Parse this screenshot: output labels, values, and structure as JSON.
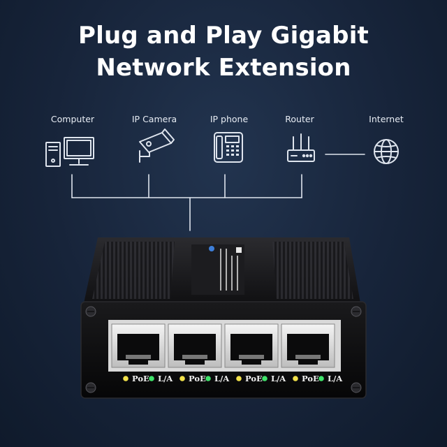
{
  "headline": {
    "line1": "Plug and Play Gigabit",
    "line2": "Network Extension"
  },
  "devices": [
    {
      "label": "Computer",
      "icon": "computer-icon"
    },
    {
      "label": "IP Camera",
      "icon": "ip-camera-icon"
    },
    {
      "label": "IP phone",
      "icon": "ip-phone-icon"
    },
    {
      "label": "Router",
      "icon": "router-icon"
    },
    {
      "label": "Internet",
      "icon": "globe-icon"
    }
  ],
  "switch": {
    "ports": [
      {
        "poe_label": "PoE",
        "link_label": "L/A"
      },
      {
        "poe_label": "PoE",
        "link_label": "L/A"
      },
      {
        "poe_label": "PoE",
        "link_label": "L/A"
      },
      {
        "poe_label": "PoE",
        "link_label": "L/A"
      }
    ],
    "poe_led_color": "#f2e14a",
    "link_led_color": "#3fe36a"
  },
  "colors": {
    "background": "#17243a",
    "line": "#dfe5ee",
    "housing": "#0d0d0f"
  }
}
